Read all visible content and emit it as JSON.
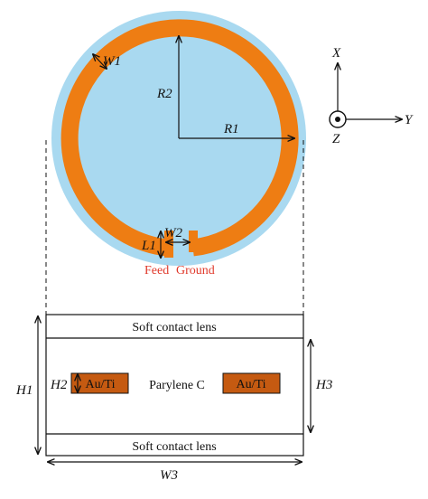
{
  "colors": {
    "substrate": "#a9d9f0",
    "metal": "#ee7d13",
    "pad": "#c55a11",
    "feed_text": "#e0392b",
    "line": "#111111"
  },
  "top_view": {
    "labels": {
      "w1": "W1",
      "r2": "R2",
      "r1": "R1",
      "w2": "W2",
      "l1": "L1",
      "feed": "Feed",
      "ground": "Ground"
    }
  },
  "axes": {
    "x": "X",
    "y": "Y",
    "z": "Z"
  },
  "cross_section": {
    "top_layer": "Soft contact lens",
    "middle_layer": "Parylene C",
    "bottom_layer": "Soft contact lens",
    "left_pad": "Au/Ti",
    "right_pad": "Au/Ti",
    "labels": {
      "h1": "H1",
      "h2": "H2",
      "h3": "H3",
      "w3": "W3"
    }
  }
}
